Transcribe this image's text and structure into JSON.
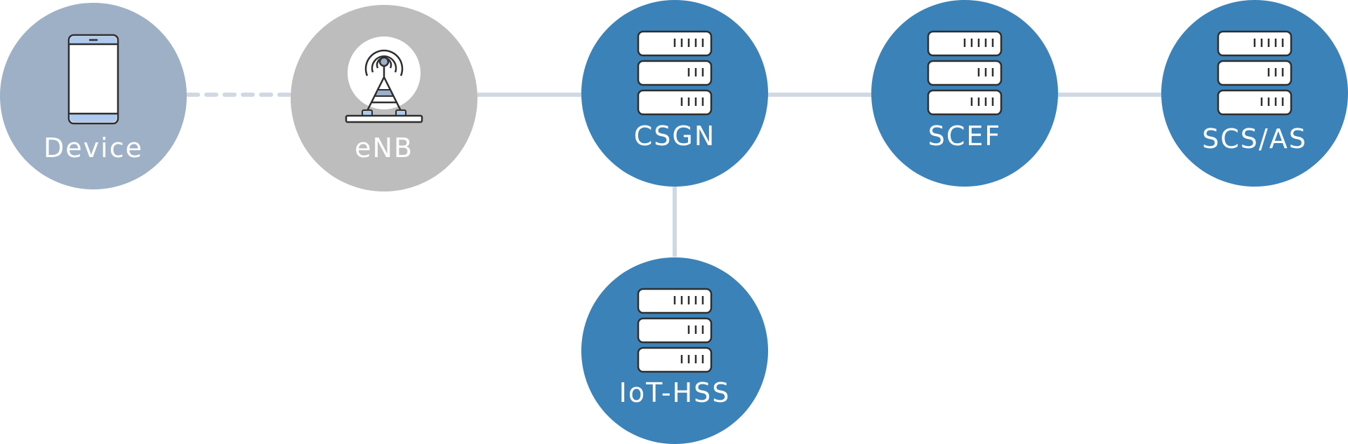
{
  "nodes": {
    "device": {
      "label": "Device",
      "color": "#9db0c6",
      "icon": "smartphone-icon"
    },
    "enb": {
      "label": "eNB",
      "color": "#bdbdbd",
      "icon": "cell-tower-icon"
    },
    "csgn": {
      "label": "CSGN",
      "color": "#3b82b8",
      "icon": "server-rack-icon"
    },
    "scef": {
      "label": "SCEF",
      "color": "#3b82b8",
      "icon": "server-rack-icon"
    },
    "scs_as": {
      "label": "SCS/AS",
      "color": "#3b82b8",
      "icon": "server-rack-icon"
    },
    "iot_hss": {
      "label": "IoT-HSS",
      "color": "#3b82b8",
      "icon": "server-rack-icon"
    }
  },
  "connections": [
    {
      "from": "Device",
      "to": "eNB",
      "style": "dashed"
    },
    {
      "from": "eNB",
      "to": "CSGN",
      "style": "solid"
    },
    {
      "from": "CSGN",
      "to": "SCEF",
      "style": "solid"
    },
    {
      "from": "SCEF",
      "to": "SCS/AS",
      "style": "solid"
    },
    {
      "from": "CSGN",
      "to": "IoT-HSS",
      "style": "solid"
    }
  ],
  "colors": {
    "connector": "#cfd8e3",
    "icon_outline": "#2e2e2e",
    "phone_accent": "#aecbef",
    "label_text": "#ffffff"
  }
}
